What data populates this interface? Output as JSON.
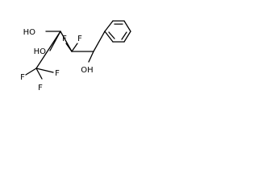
{
  "molecule": {
    "atom_color": "#000000",
    "labels": {
      "ho_upper": "HO",
      "ho_lower": "HO",
      "f_top_left": "F",
      "f_top_right": "F",
      "f_bottom_left": "F",
      "f_bottom_mid": "F",
      "f_bottom_right": "F",
      "oh_bottom": "OH"
    }
  }
}
